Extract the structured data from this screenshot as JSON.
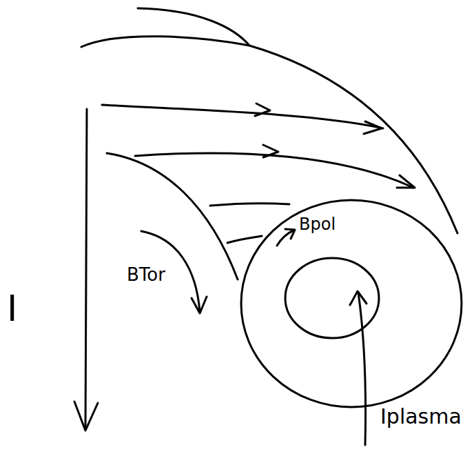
{
  "diagram": {
    "labels": [
      "I",
      "BTor",
      "Bpol",
      "Iplasma"
    ]
  }
}
